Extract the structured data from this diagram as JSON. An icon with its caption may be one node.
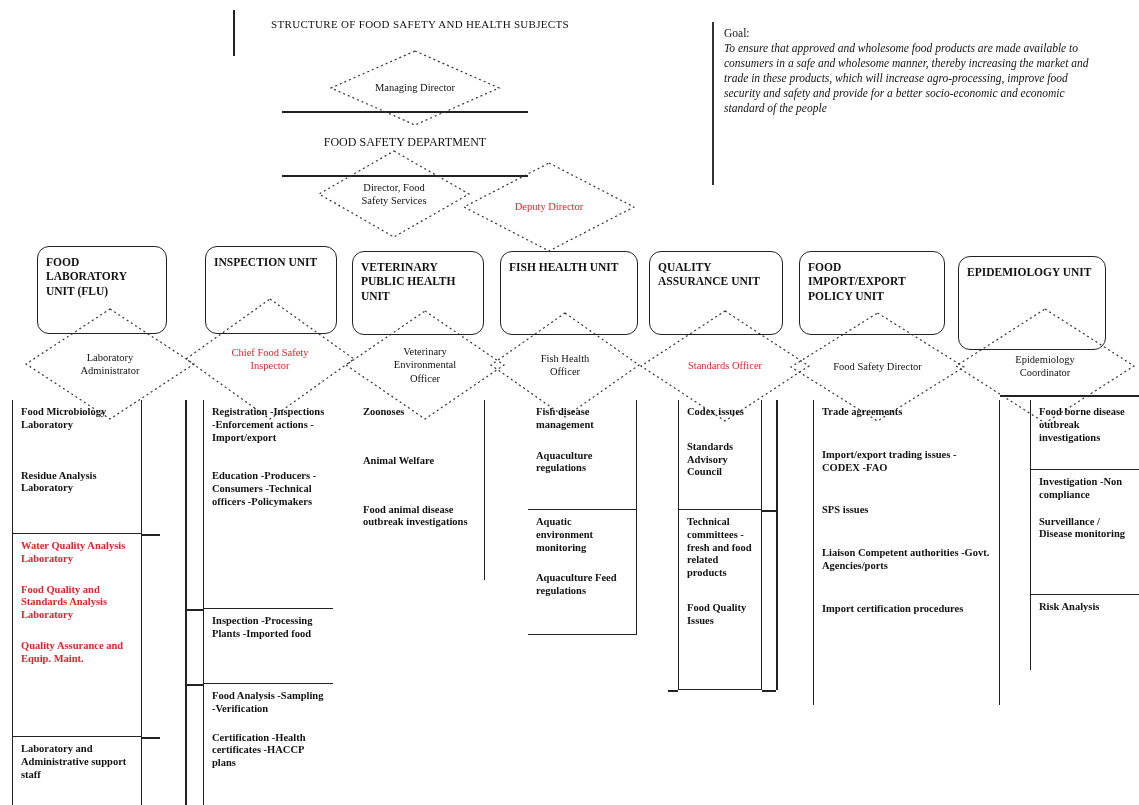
{
  "diagram": {
    "title": "STRUCTURE OF FOOD SAFETY AND HEALTH SUBJECTS",
    "nodes": [
      {
        "text": [
          "Managing Director"
        ]
      },
      {
        "text": [
          "Director, Food Safety Services"
        ]
      },
      {
        "text": [
          "Deputy Director"
        ]
      },
      {
        "text": [
          "Goal:",
          "To ensure that approved and wholesome food products are made available to consumers in a safe and wholesome manner, thereby increasing the market and trade in these products, which will increase agro-processing, improve food security and safety and provide for a better socio-economic and economic standard of the people"
        ]
      },
      {
        "text": [
          "FOOD LABORATORY UNIT (FLU)"
        ]
      },
      {
        "text": [
          "INSPECTION UNIT"
        ]
      },
      {
        "text": [
          "VETERINARY PUBLIC HEALTH UNIT"
        ]
      },
      {
        "text": [
          "FISH HEALTH UNIT"
        ]
      },
      {
        "text": [
          "QUALITY ASSURANCE UNIT"
        ]
      },
      {
        "text": [
          "FOOD IMPORT/EXPORT POLICY UNIT"
        ]
      },
      {
        "text": [
          "EPIDEMIOLOGY UNIT"
        ]
      },
      {
        "text": [
          "Laboratory Administrator"
        ]
      },
      {
        "text": [
          "Chief Food Safety Inspector"
        ]
      },
      {
        "text": [
          "Veterinary Environmental Officer"
        ]
      },
      {
        "text": [
          "Fish Health Officer"
        ]
      },
      {
        "text": [
          "Standards Officer"
        ]
      },
      {
        "text": [
          "Food Safety Director"
        ]
      },
      {
        "text": [
          "Epidemiology Coordinator"
        ]
      },
      {
        "text": [
          "Food Microbiology Laboratory",
          "Residue Analysis Laboratory"
        ]
      },
      {
        "text": [
          "Water Quality Analysis Laboratory",
          "Food Quality and Standards Analysis Laboratory",
          "Quality Assurance and Equip. Maint."
        ]
      },
      {
        "text": [
          "Laboratory and Administrative support staff"
        ]
      },
      {
        "text": [
          "Registration -Inspections -Enforcement actions -Import/export",
          "Education -Producers -Consumers -Technical officers -Policymakers"
        ]
      },
      {
        "text": [
          "Inspection -Processing Plants -Imported food"
        ]
      },
      {
        "text": [
          "Food Analysis -Sampling -Verification",
          "Certification -Health certificates -HACCP plans"
        ]
      },
      {
        "text": [
          "Zoonoses",
          "Animal Welfare",
          "Food animal disease outbreak investigations"
        ]
      },
      {
        "text": [
          "Fish disease management",
          "Aquaculture regulations"
        ]
      },
      {
        "text": [
          "Aquatic environment monitoring",
          "Aquaculture Feed regulations"
        ]
      },
      {
        "text": [
          "Codex issues",
          "Standards Advisory Council"
        ]
      },
      {
        "text": [
          "Technical committees -fresh and food related products",
          "Food Quality Issues"
        ]
      },
      {
        "text": [
          "Trade agreements",
          "Import/export trading issues -CODEX -FAO",
          "SPS issues",
          "Liaison Competent authorities -Govt. Agencies/ports",
          "Import certification procedures"
        ]
      },
      {
        "text": [
          "Food borne disease outbreak investigations"
        ]
      },
      {
        "text": [
          "Investigation -Non compliance",
          "Surveillance / Disease monitoring"
        ]
      },
      {
        "text": [
          "Risk Analysis"
        ]
      }
    ],
    "labels": [
      "FOOD SAFETY DEPARTMENT"
    ]
  }
}
